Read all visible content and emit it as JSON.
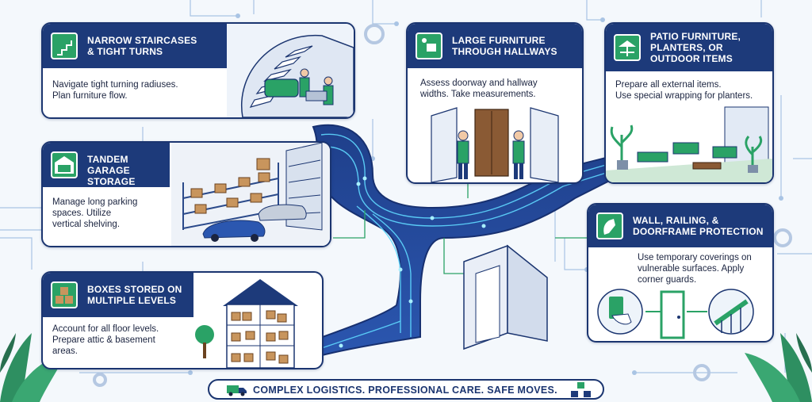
{
  "colors": {
    "navy": "#1d3a7a",
    "accent_green": "#2aa266",
    "circuit_blue": "#3d7fd8",
    "circuit_cyan": "#5fd8ff"
  },
  "cards": {
    "stairs": {
      "title": "NARROW STAIRCASES\n& TIGHT TURNS",
      "desc": "Navigate tight turning radiuses.\nPlan furniture flow.",
      "icon": "spiral-staircase-icon"
    },
    "furniture": {
      "title": "LARGE FURNITURE\nTHROUGH HALLWAYS",
      "desc": "Assess doorway and hallway\nwidths. Take measurements.",
      "icon": "movers-carrying-icon"
    },
    "patio": {
      "title": "PATIO FURNITURE,\nPLANTERS, OR\nOUTDOOR ITEMS",
      "desc": "Prepare all external items.\nUse special wrapping for planters.",
      "icon": "patio-umbrella-icon"
    },
    "garage": {
      "title": "TANDEM GARAGE\nSTORAGE",
      "desc": "Manage long parking\nspaces. Utilize\nvertical shelving.",
      "icon": "garage-icon"
    },
    "wall": {
      "title": "WALL, RAILING, &\nDOORFRAME PROTECTION",
      "desc": "Use temporary coverings on\nvulnerable surfaces. Apply\ncorner guards.",
      "icon": "hand-wrap-icon"
    },
    "boxes": {
      "title": "BOXES STORED ON\nMULTIPLE LEVELS",
      "desc": "Account for all floor levels.\nPrepare attic & basement\nareas.",
      "icon": "stacked-boxes-icon"
    }
  },
  "banner": {
    "text": "COMPLEX LOGISTICS. PROFESSIONAL CARE. SAFE MOVES.",
    "left_icon": "delivery-truck-icon",
    "right_icon": "box-network-icon"
  }
}
